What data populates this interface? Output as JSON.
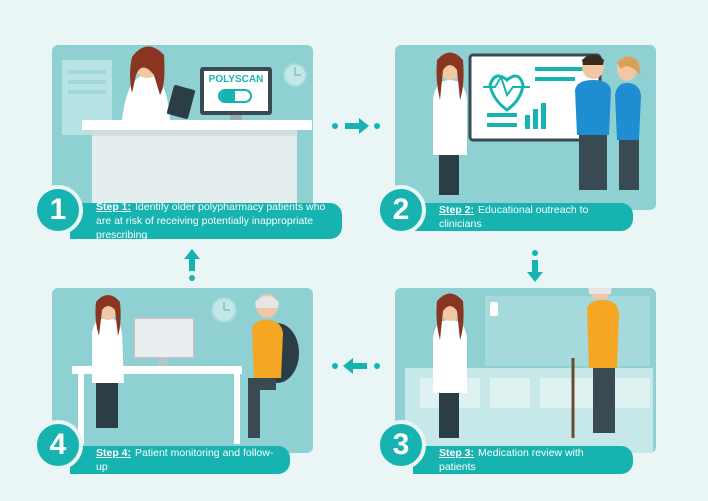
{
  "steps": [
    {
      "number": "1",
      "label": "Step 1:",
      "text": "Identify older polypharmacy patients who are at risk of receiving potentially inappropriate prescribing"
    },
    {
      "number": "2",
      "label": "Step 2:",
      "text": "Educational outreach to clinicians"
    },
    {
      "number": "3",
      "label": "Step 3:",
      "text": "Medication review with patients"
    },
    {
      "number": "4",
      "label": "Step 4:",
      "text": "Patient monitoring and follow-up"
    }
  ],
  "monitor_text": "POLYSCAN",
  "colors": {
    "teal": "#16b3b0",
    "panel": "#8fd0d2",
    "background": "#eaf6f6"
  }
}
